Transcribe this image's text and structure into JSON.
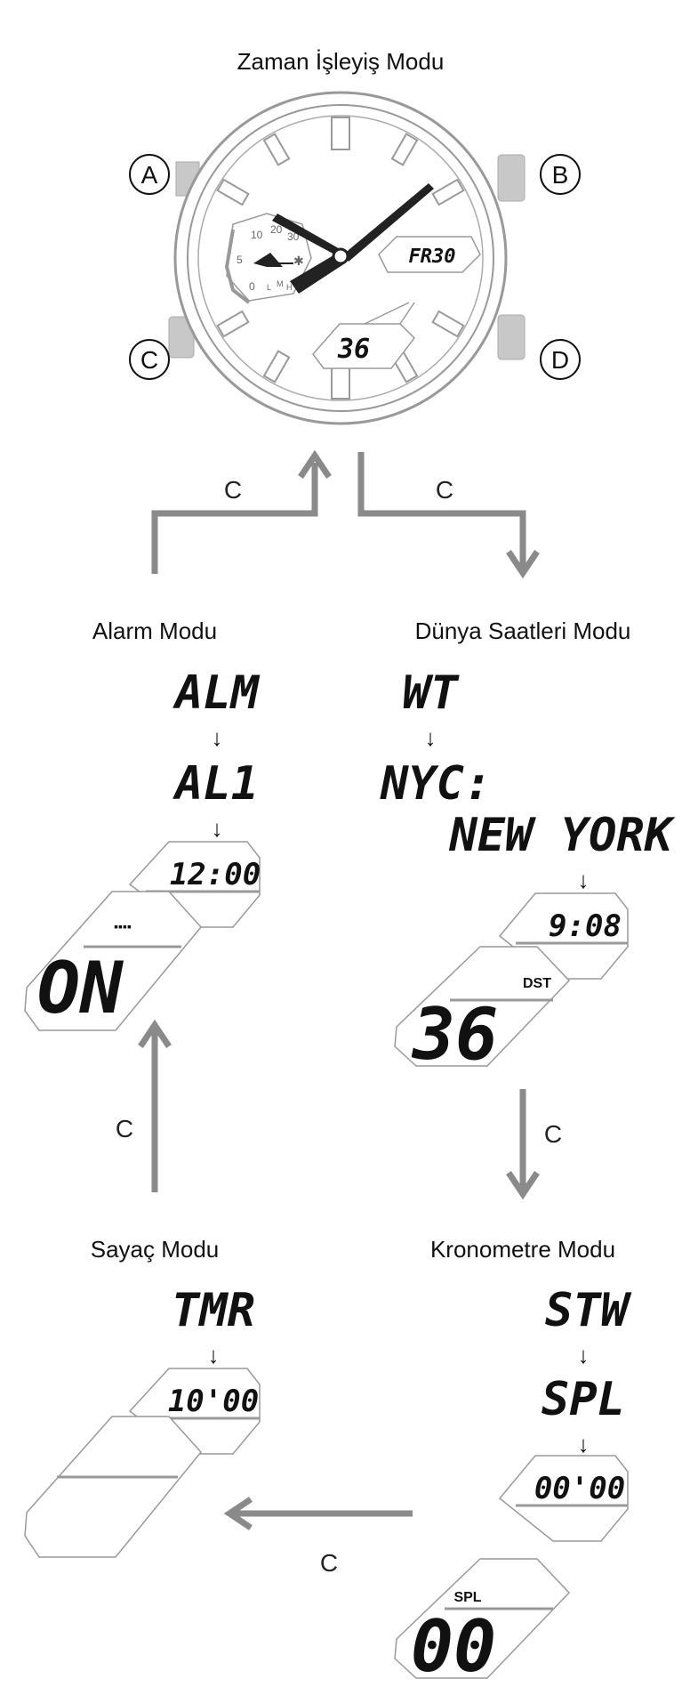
{
  "titles": {
    "timekeeping": "Zaman İşleyiş Modu",
    "alarm": "Alarm Modu",
    "world_time": "Dünya Saatleri Modu",
    "timer": "Sayaç Modu",
    "stopwatch": "Kronometre Modu"
  },
  "watch": {
    "buttons": {
      "a": "A",
      "b": "B",
      "c": "C",
      "d": "D"
    },
    "day_window": "FR30",
    "date_window": "36",
    "subdial_marks": [
      "10",
      "20",
      "30",
      "5",
      "0",
      "L",
      "M",
      "H"
    ]
  },
  "transitions": {
    "to_world": "C",
    "from_alarm": "C",
    "world_to_stopwatch": "C",
    "timer_to_alarm": "C",
    "stopwatch_to_timer": "C"
  },
  "alarm": {
    "code1": "ALM",
    "code2": "AL1",
    "upper_display": "12:00",
    "lower_display": "ON",
    "indicator": "▪▪▪▪"
  },
  "world_time": {
    "code1": "WT",
    "city_code": "NYC:",
    "city_name": "NEW YORK",
    "upper_display": "9:08",
    "dst_label": "DST",
    "lower_display": "36"
  },
  "timer": {
    "code1": "TMR",
    "upper_display": "10'00"
  },
  "stopwatch": {
    "code1": "STW",
    "code2": "SPL",
    "upper_display": "00'00",
    "spl_label": "SPL",
    "lower_display": "00"
  },
  "arrow_glyph": "↓",
  "colors": {
    "outline": "#999999",
    "flow_arrow": "#8a8a8a",
    "hand": "#222222"
  }
}
